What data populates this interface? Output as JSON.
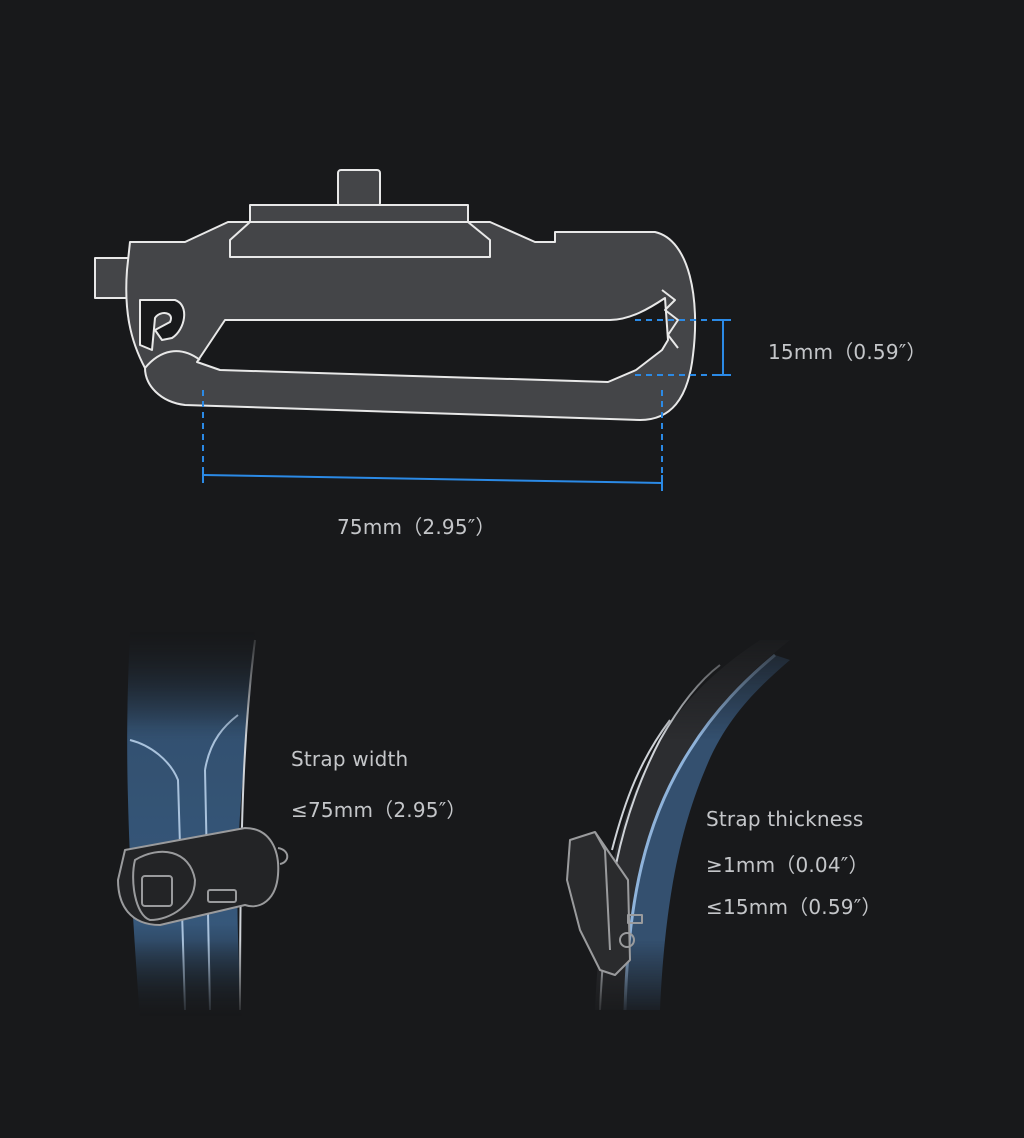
{
  "colors": {
    "background": "#18191b",
    "dimension_line": "#2b8ae6",
    "strap_blue": "#3a5f86",
    "outline": "#e8e8e8",
    "body_fill": "#444548"
  },
  "dimensions": {
    "gap_height": "15mm（0.59″）",
    "clip_length": "75mm（2.95″）"
  },
  "strap_width": {
    "title": "Strap width",
    "max": "≤75mm（2.95″）"
  },
  "strap_thickness": {
    "title": "Strap thickness",
    "min": "≥1mm（0.04″）",
    "max": "≤15mm（0.59″）"
  }
}
